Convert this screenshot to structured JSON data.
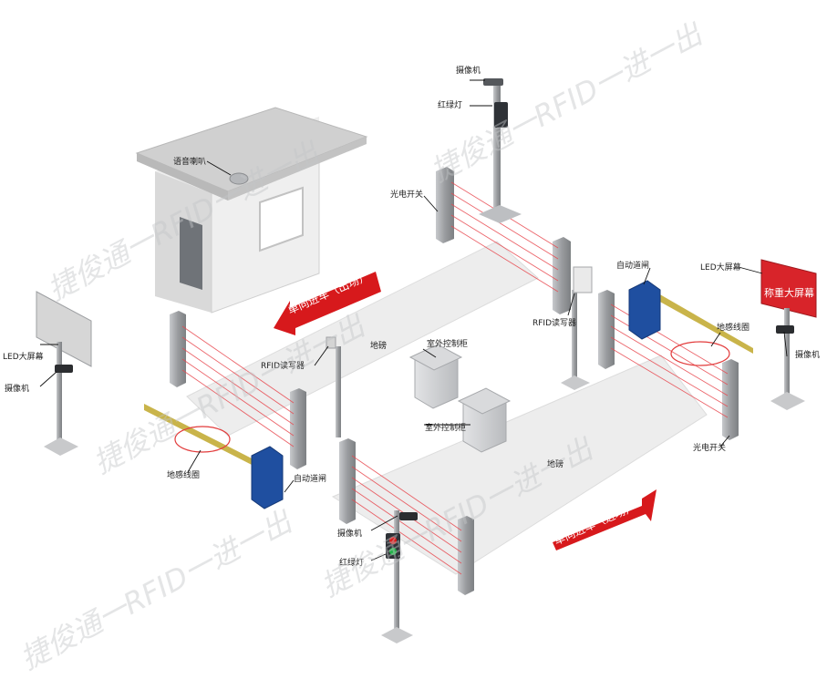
{
  "labels": {
    "speaker": "语音喇叭",
    "camera_top": "摄像机",
    "light_top": "红绿灯",
    "photo_switch_top": "光电开关",
    "led_right": "LED大屏幕",
    "auto_gate_right": "自动道闸",
    "screen_text": "称重大屏幕",
    "rfid_right": "RFID读写器",
    "loop_right": "地感线圈",
    "camera_right": "摄像机",
    "photo_switch_right": "光电开关",
    "led_left": "LED大屏幕",
    "camera_left": "摄像机",
    "rfid_center": "RFID读写器",
    "scale_top": "地磅",
    "cabinet_top": "室外控制柜",
    "cabinet_bottom": "室外控制柜",
    "scale_bottom": "地磅",
    "loop_left": "地感线圈",
    "auto_gate_left": "自动道闸",
    "camera_bottom": "摄像机",
    "light_bottom": "红绿灯",
    "exit_arrow": "单向进车（出场）",
    "entry_arrow": "单向进车（进场）"
  },
  "watermark": "捷俊通一RFID一进一出",
  "colors": {
    "arrow_red": "#d7191c",
    "beam_red": "#e8484f",
    "gate_blue": "#1f4fa0",
    "boom_yellow": "#c9b44a",
    "loop_red": "#e23b3b",
    "pole_gray": "#9a9c9f",
    "scale_gray": "#ececec",
    "building_gray": "#e6e6e6",
    "screen_red": "#d8242a"
  }
}
